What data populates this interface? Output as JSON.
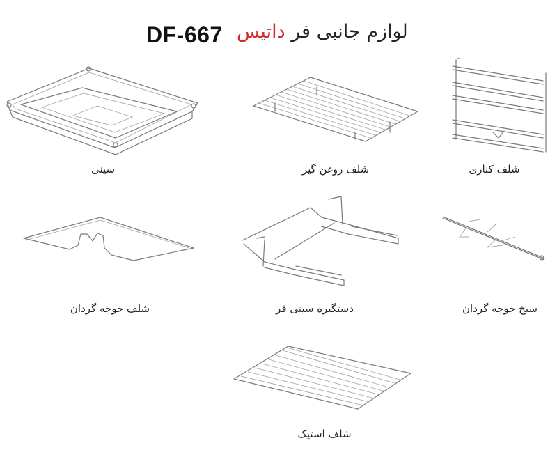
{
  "header": {
    "model": "DF-667",
    "title_prefix": "لوازم جانبی فر",
    "brand": "داتیس",
    "brand_color": "#d42a2a"
  },
  "items": [
    {
      "id": "tray",
      "label": "سینی",
      "icon": "baking-tray-icon"
    },
    {
      "id": "grease-rack",
      "label": "شلف روغن گیر",
      "icon": "grease-rack-icon"
    },
    {
      "id": "side-rack",
      "label": "شلف کناری",
      "icon": "side-rack-icon"
    },
    {
      "id": "rotisserie-shelf",
      "label": "شلف جوجه گردان",
      "icon": "rotisserie-shelf-icon"
    },
    {
      "id": "tray-handle",
      "label": "دستگیره سینی فر",
      "icon": "tray-handle-icon"
    },
    {
      "id": "rotisserie-spit",
      "label": "سیخ جوجه گردان",
      "icon": "rotisserie-spit-icon"
    },
    {
      "id": "steak-rack",
      "label": "شلف استیک",
      "icon": "steak-rack-icon"
    }
  ]
}
